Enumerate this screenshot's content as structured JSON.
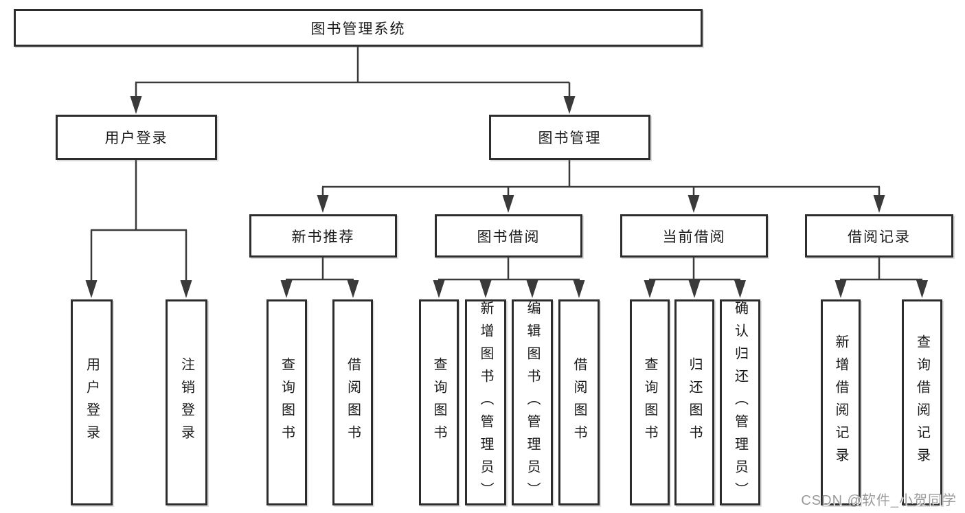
{
  "diagram": {
    "colors": {
      "line": "#3a3a3a",
      "border": "#2d2d2d",
      "text": "#1a1a1a",
      "background": "#ffffff",
      "watermark_color": "#9b9b9b"
    },
    "nodes": {
      "root": "图书管理系统",
      "user_login": "用户登录",
      "book_management": "图书管理",
      "new_book_recommend": "新书推荐",
      "book_borrow": "图书借阅",
      "current_borrow": "当前借阅",
      "borrow_record": "借阅记录"
    },
    "leaves": {
      "user_login": [
        "用户登录",
        "注销登录"
      ],
      "new_book_recommend": [
        "查询图书",
        "借阅图书"
      ],
      "book_borrow": [
        "查询图书",
        "新增图书（管理员）",
        "编辑图书（管理员）",
        "借阅图书"
      ],
      "current_borrow": [
        "查询图书",
        "归还图书",
        "确认归还（管理员）"
      ],
      "borrow_record": [
        "新增借阅记录",
        "查询借阅记录"
      ]
    },
    "watermark": "CSDN @软件_小贺同学"
  }
}
